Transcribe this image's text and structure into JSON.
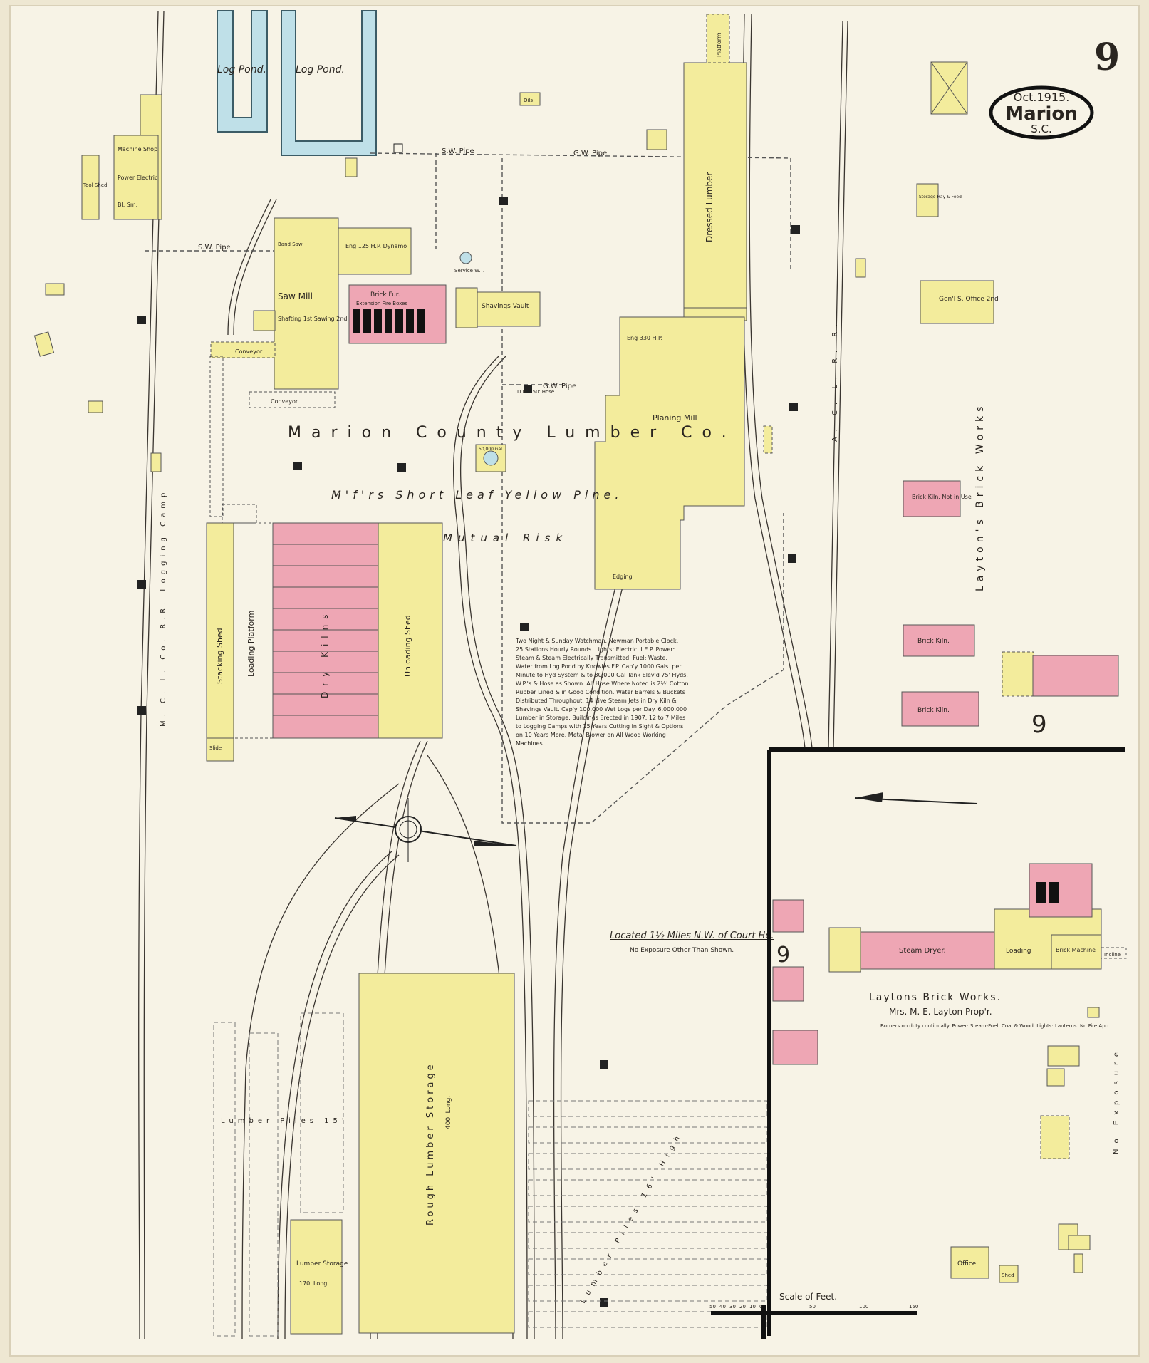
{
  "sheet": {
    "number": "9",
    "date": "Oct.1915.",
    "city": "Marion",
    "state": "S.C."
  },
  "colors": {
    "paper": "#f7f3e6",
    "frame": "#fdfaf0",
    "frame_type": "#f3ec9c",
    "brick": "#eea6b4",
    "water": "#bfe0e8",
    "ink": "#2a2520"
  },
  "company": {
    "name": "Marion County Lumber Co.",
    "product": "M'f'rs Short Leaf Yellow Pine.",
    "risk": "Mutual Risk"
  },
  "labels": {
    "log_pond_1": "Log Pond.",
    "log_pond_2": "Log Pond.",
    "machine_shop": "Machine Shop",
    "power_electric": "Power Electric",
    "bl_sm": "Bl. Sm.",
    "tool_shed": "Tool Shed",
    "oils": "Oils",
    "saw_mill": "Saw Mill",
    "shafting": "Shafting 1st Sawing 2nd",
    "band_saw": "Band Saw",
    "eng_dynamo": "Eng 125 H.P. Dynamo",
    "brick_fur": "Brick Fur.",
    "fire_boxes": "Extension Fire Boxes",
    "shavings_vault": "Shavings Vault",
    "service_wt": "Service W.T.",
    "dressed_lumber": "Dressed Lumber",
    "platform": "Platform",
    "eng_330": "Eng 330 H.P.",
    "planing_mill": "Planing Mill",
    "edging": "Edging",
    "tank": "50,000 Gal.",
    "stacking_shed": "Stacking Shed",
    "loading_platform": "Loading Platform",
    "dry_kilns": "Dry Kilns",
    "unloading_shed": "Unloading Shed",
    "conveyor": "Conveyor",
    "slide": "Slide",
    "sw_pipe": "S.W. Pipe",
    "gw_pipe": "G.W. Pipe",
    "logging_camp": "M. C. L. Co. R.R. Logging Camp",
    "acl_rr": "A. C. L. R. R.",
    "laytons_brick_works_side": "Layton's Brick Works",
    "brick_kiln_not_in_use": "Brick Kiln. Not in Use",
    "brick_kiln": "Brick Kiln.",
    "brick_kiln_2": "Brick Kiln.",
    "storage": "Storage Hay & Feed",
    "genl_office": "Gen'l S. Office 2nd",
    "located": "Located 1½ Miles N.W. of Court Ho.",
    "no_exposure": "No Exposure Other Than Shown.",
    "lumber_piles": "Lumber Piles 15'",
    "lumber_piles_high": "Lumber Piles 16' High",
    "rough_lumber": "Rough Lumber Storage",
    "rough_lumber_long": "400' Long.",
    "lumber_storage": "Lumber Storage",
    "lumber_storage_long": "170' Long.",
    "laytons_title": "Laytons Brick Works.",
    "laytons_prop": "Mrs. M. E. Layton Prop'r.",
    "laytons_note": "Burners on duty continually. Power: Steam-Fuel: Coal & Wood. Lights: Lanterns. No Fire App.",
    "steam_dryer": "Steam Dryer.",
    "loading": "Loading",
    "brick_machine": "Brick Machine",
    "incline": "Incline",
    "no_exposure_vertical": "No Exposure",
    "office": "Office",
    "shed": "Shed",
    "scale": "Scale of Feet.",
    "inset_number": "9",
    "inset_number_2": "9",
    "dh_hose": "D.H. 150' Hose"
  },
  "note": [
    "Two Night & Sunday Watchman. Newman Portable Clock,",
    "25 Stations Hourly Rounds. Lights: Electric. I.E.P. Power:",
    "Steam & Steam Electrically Transmitted. Fuel: Waste.",
    "Water from Log Pond by Knowles F.P. Cap'y 1000 Gals. per",
    "Minute to Hyd System & to 30,000 Gal Tank Elev'd 75' Hyds.",
    "W.P.'s & Hose as Shown. All Hose Where Noted is 2½' Cotton",
    "Rubber Lined & in Good Condition. Water Barrels & Buckets",
    "Distributed Throughout. 14 Live Steam Jets in Dry Kiln &",
    "Shavings Vault. Cap'y 100,000 Wet Logs per Day. 6,000,000",
    "Lumber in Storage. Buildings Erected in 1907. 12 to 7 Miles",
    "to Logging Camps with 15 Years Cutting in Sight & Options",
    "on 10 Years More. Metal Blower on All Wood Working",
    "Machines."
  ],
  "scale_ticks": [
    "50",
    "40",
    "30",
    "20",
    "10",
    "0",
    "50",
    "100",
    "150"
  ]
}
